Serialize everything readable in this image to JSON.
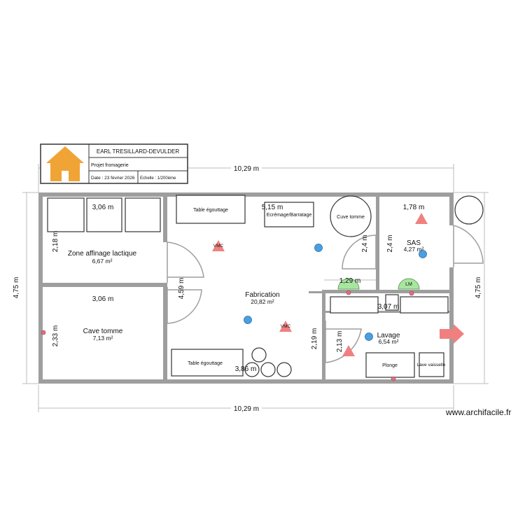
{
  "title_block": {
    "company": "EARL TRESILLARD-DEVULDER",
    "project": "Projet fromagerie",
    "date": "Date : 23 février 2026",
    "scale": "Echelle : 1/200ème"
  },
  "dimensions": {
    "overall_width_top": "10,29 m",
    "overall_width_bottom": "10,29 m",
    "overall_height_left": "4,75 m",
    "overall_height_right": "4,75 m",
    "affinage_width": "3,06 m",
    "affinage_height": "2,18 m",
    "cave_width": "3,06 m",
    "cave_height": "2,33 m",
    "fabrication_width_top": "5,15 m",
    "fabrication_width_bottom": "3,86 m",
    "fabrication_height": "4,59 m",
    "corridor_height": "2,4 m",
    "corridor_width": "1,29 m",
    "corridor_lower_height": "2,19 m",
    "sas_width": "1,78 m",
    "sas_height": "2,4 m",
    "lavage_width": "3,07 m",
    "lavage_height": "2,13 m"
  },
  "rooms": {
    "affinage": {
      "name": "Zone affinage lactique",
      "area": "6,67 m²"
    },
    "cave": {
      "name": "Cave tomme",
      "area": "7,13 m²"
    },
    "fabrication": {
      "name": "Fabrication",
      "area": "20,82 m²"
    },
    "sas": {
      "name": "SAS",
      "area": "4,27 m²"
    },
    "lavage": {
      "name": "Lavage",
      "area": "6,54 m²"
    }
  },
  "furniture": {
    "table_top": "Table égouttage",
    "ecremage": "Ecrémage/Barratage",
    "cuve": "Cuve tomme",
    "table_bottom": "Table égouttage",
    "plonge": "Plonge",
    "lave_vaisselle": "Lave vaisselle"
  },
  "symbols": {
    "vmc_1": "VMC",
    "vmc_2": "VMC",
    "lm": "LM"
  },
  "watermark": "www.archifacile.fr",
  "colors": {
    "wall": "#9e9e9e",
    "house_logo": "#f0a436",
    "vmc": "#f08080",
    "water_point": "#4a9fe0",
    "lm": "#a8e6a0",
    "socket": "#e07080",
    "arrow": "#f08080",
    "dimension_line": "#bdbdbd"
  }
}
